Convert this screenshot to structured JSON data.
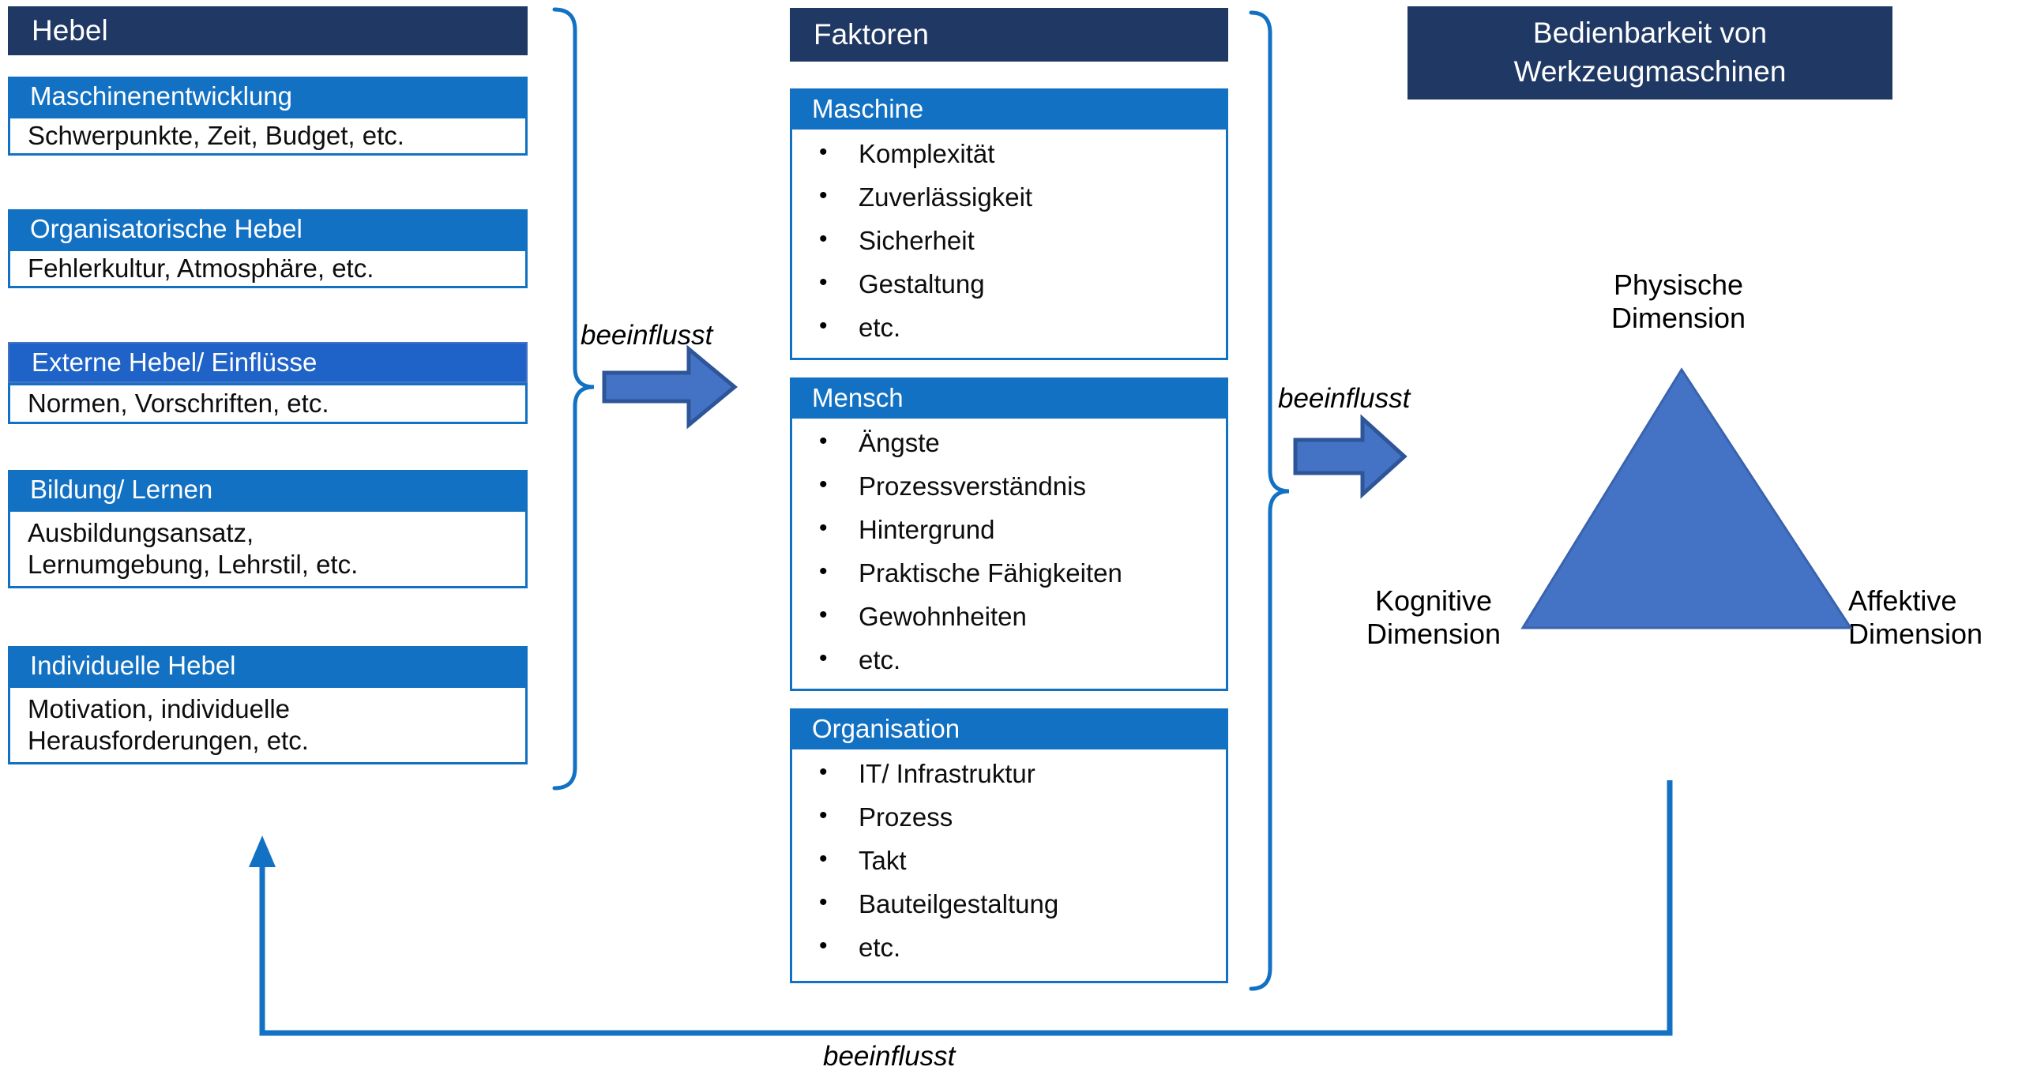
{
  "left_column": {
    "header": "Hebel",
    "groups": [
      {
        "title": "Maschinenentwicklung",
        "body": "Schwerpunkte, Zeit, Budget, etc."
      },
      {
        "title": "Organisatorische Hebel",
        "body": "Fehlerkultur, Atmosphäre, etc."
      },
      {
        "title": "Externe Hebel/ Einflüsse",
        "body": "Normen, Vorschriften, etc."
      },
      {
        "title": "Bildung/ Lernen",
        "body": "Ausbildungsansatz,\nLernumgebung, Lehrstil, etc."
      },
      {
        "title": "Individuelle Hebel",
        "body": "Motivation, individuelle\nHerausforderungen, etc."
      }
    ]
  },
  "middle_column": {
    "header": "Faktoren",
    "groups": [
      {
        "title": "Maschine",
        "items": [
          "Komplexität",
          "Zuverlässigkeit",
          "Sicherheit",
          "Gestaltung",
          "etc."
        ]
      },
      {
        "title": "Mensch",
        "items": [
          "Ängste",
          "Prozessverständnis",
          "Hintergrund",
          "Praktische Fähigkeiten",
          "Gewohnheiten",
          "etc."
        ]
      },
      {
        "title": "Organisation",
        "items": [
          "IT/ Infrastruktur",
          "Prozess",
          "Takt",
          "Bauteilgestaltung",
          "etc."
        ]
      }
    ]
  },
  "right_column": {
    "header": "Bedienbarkeit von\nWerkzeugmaschinen",
    "triangle_labels": {
      "top": "Physische\nDimension",
      "left": "Kognitive\nDimension",
      "right": "Affektive\nDimension"
    }
  },
  "connectors": {
    "arrow1_label": "beeinflusst",
    "arrow2_label": "beeinflusst",
    "feedback_label": "beeinflusst"
  },
  "colors": {
    "navy": "#1F3864",
    "blue": "#1271C3",
    "accent_blue": "#4472C4",
    "accent_blue_stroke": "#2E5597",
    "line_blue": "#1271C3",
    "bullet_text": "#0d0d0d"
  }
}
